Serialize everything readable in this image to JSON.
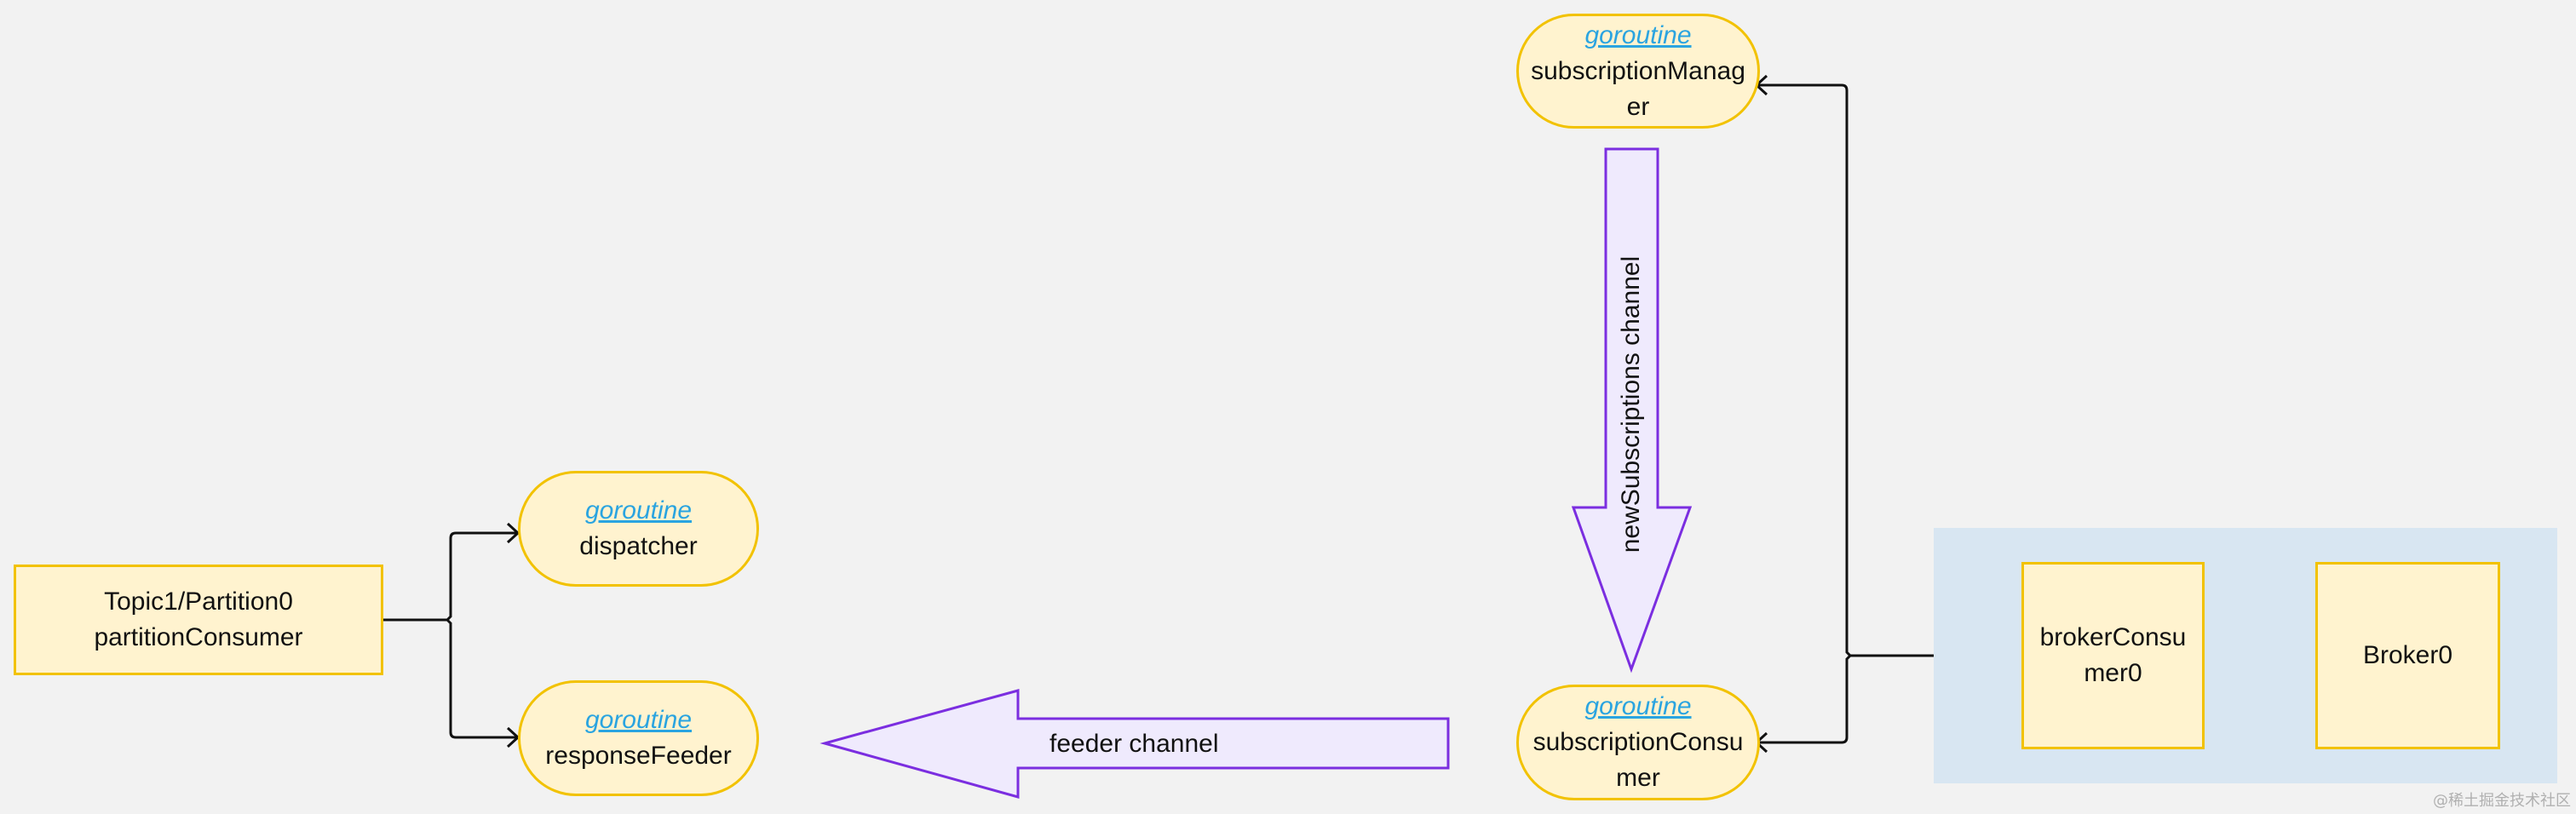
{
  "goroutine_label": "goroutine",
  "nodes": {
    "subscription_manager": {
      "line1": "subscriptionManag",
      "line2": "er"
    },
    "subscription_consumer": {
      "line1": "subscriptionConsu",
      "line2": "mer"
    },
    "dispatcher": {
      "name": "dispatcher"
    },
    "response_feeder": {
      "name": "responseFeeder"
    },
    "partition_consumer": {
      "line1": "Topic1/Partition0",
      "line2": "partitionConsumer"
    },
    "broker_consumer": {
      "line1": "brokerConsu",
      "line2": "mer0"
    },
    "broker": {
      "name": "Broker0"
    }
  },
  "channels": {
    "new_subscriptions": "newSubscriptions channel",
    "feeder": "feeder channel"
  },
  "watermark": "@稀土掘金技术社区",
  "colors": {
    "node_fill": "#fff3cf",
    "node_border": "#f2c200",
    "arrow_fill": "#efeafd",
    "arrow_stroke": "#7b2ee0",
    "broker_area": "#d8e6f2",
    "goroutine_link": "#2aa4e0"
  }
}
